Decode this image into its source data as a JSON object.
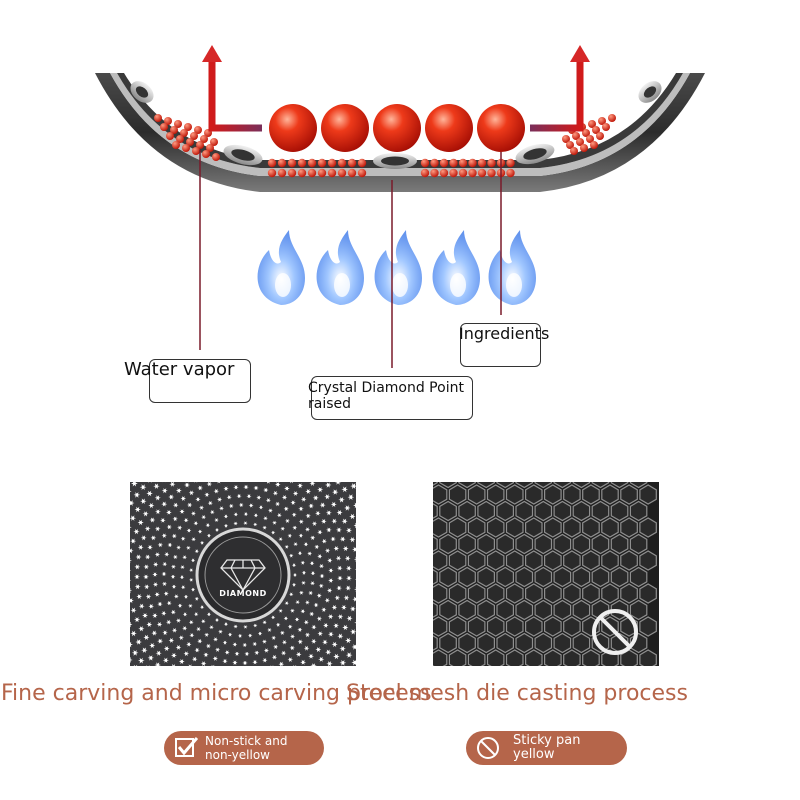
{
  "diagram": {
    "labels": {
      "water_vapor": "Water vapor",
      "crystal_diamond": "Crystal Diamond Point raised",
      "ingredients": "Ingredients"
    }
  },
  "panels": {
    "left": {
      "badge_text": "DIAMOND",
      "caption": "Fine carving and micro carving process",
      "pill": {
        "text_line1": "Non-stick and",
        "text_line2": "non-yellow",
        "icon": "check-icon"
      }
    },
    "right": {
      "caption": "Steel mesh die casting process",
      "pill": {
        "text_line1": "Sticky pan",
        "text_line2": "yellow",
        "icon": "prohibited-icon"
      }
    }
  },
  "colors": {
    "accent_text": "#b5654a",
    "pill_bg": "#b5654a",
    "arrow_red": "#d62727",
    "flame_blue": "#6fa8ff",
    "ball_red": "#e02010"
  }
}
